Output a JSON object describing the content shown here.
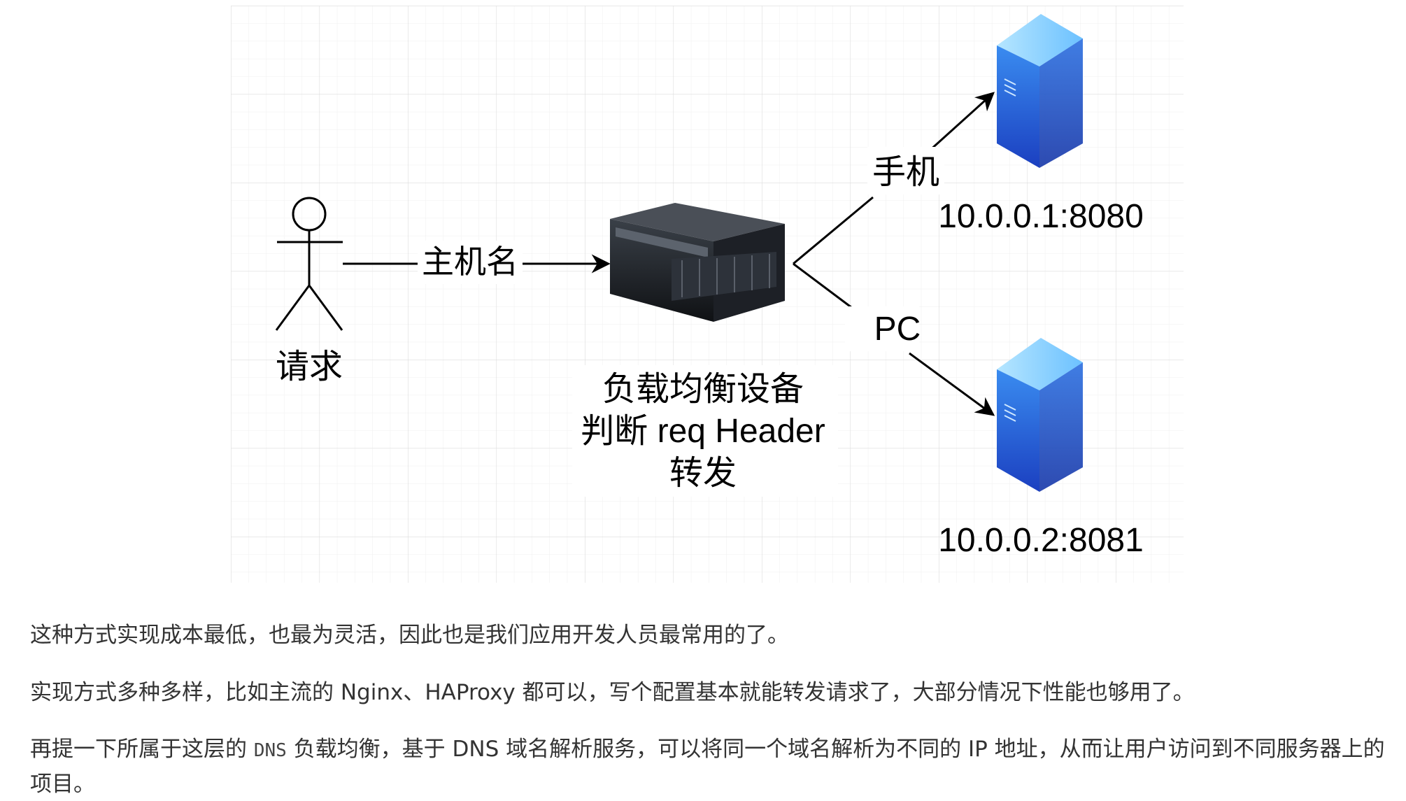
{
  "diagram": {
    "client_label": "请求",
    "request_label": "主机名",
    "balancer_lines": [
      "负载均衡设备",
      "判断 req Header",
      "转发"
    ],
    "route_mobile_label": "手机",
    "route_pc_label": "PC",
    "server1_address": "10.0.0.1:8080",
    "server2_address": "10.0.0.2:8081",
    "colors": {
      "grid": "#e6e6e6",
      "server_front": "#1f5fd8",
      "server_top": "#8fd0ff",
      "device": "#1a1d22"
    }
  },
  "text": {
    "p1": "这种方式实现成本最低，也最为灵活，因此也是我们应用开发人员最常用的了。",
    "p2": "实现方式多种多样，比如主流的 Nginx、HAProxy 都可以，写个配置基本就能转发请求了，大部分情况下性能也够用了。",
    "p3_a": "再提一下所属于这层的",
    "p3_code": "DNS",
    "p3_b": " 负载均衡，基于 DNS 域名解析服务，可以将同一个域名解析为不同的 IP 地址，从而让用户访问到不同服务器上的项目。"
  }
}
